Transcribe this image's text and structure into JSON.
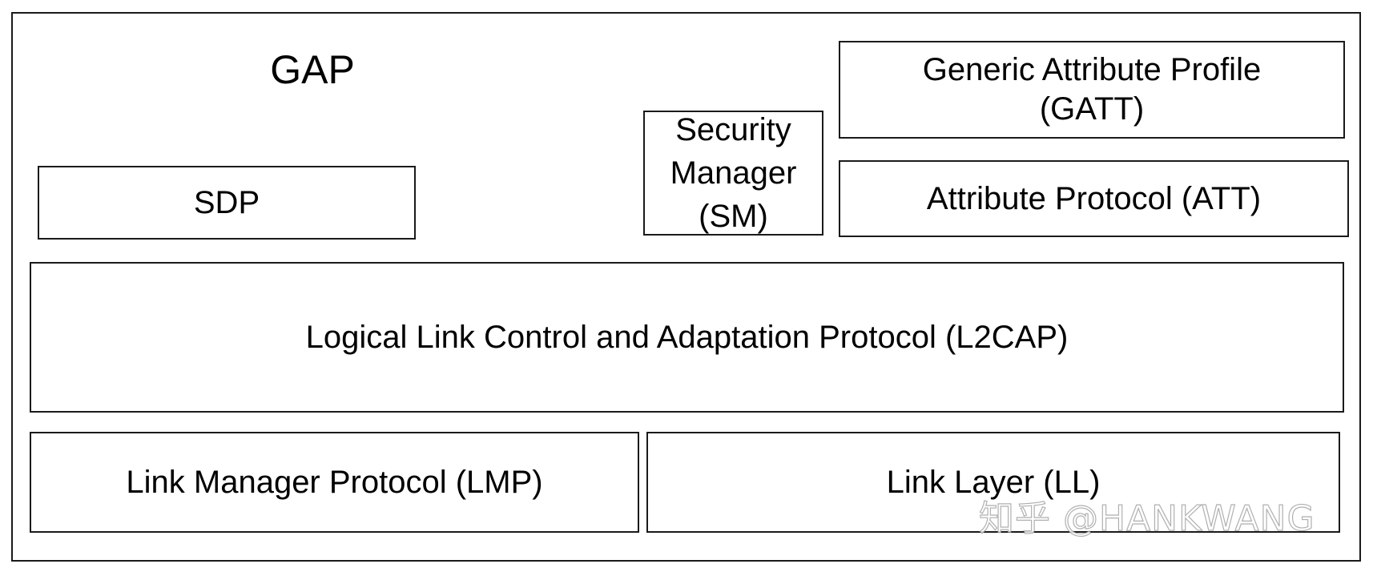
{
  "diagram": {
    "outer_label": "GAP",
    "boxes": {
      "gatt": "Generic Attribute Profile\n(GATT)",
      "att": "Attribute Protocol (ATT)",
      "sm": "Security\nManager\n(SM)",
      "sdp": "SDP",
      "l2cap": "Logical Link Control and Adaptation Protocol (L2CAP)",
      "lmp": "Link Manager Protocol (LMP)",
      "ll": "Link Layer (LL)"
    }
  },
  "watermark": "知乎 @HANKWANG",
  "colors": {
    "border": "#1a1a1a",
    "background": "#ffffff",
    "text": "#000000"
  }
}
